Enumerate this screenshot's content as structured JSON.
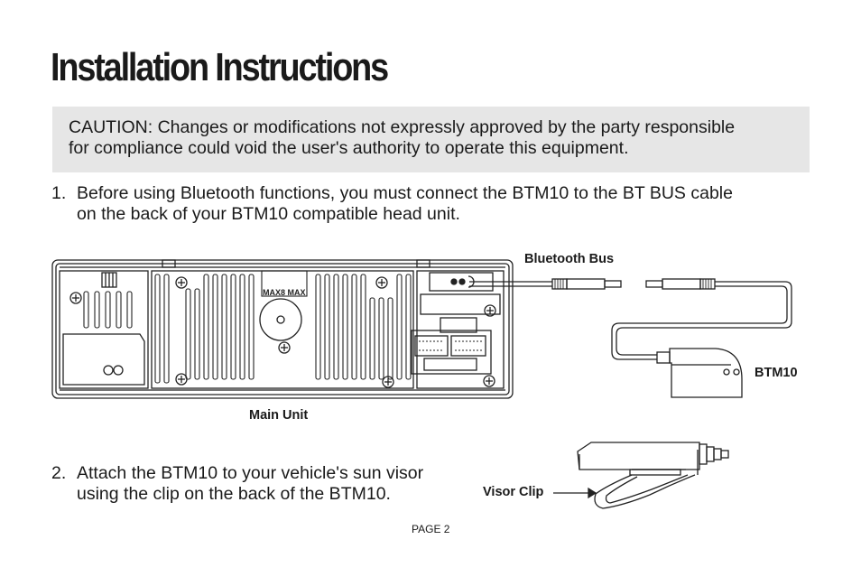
{
  "page": {
    "title": "Installation Instructions",
    "caution": {
      "line1": "CAUTION: Changes or modifications not expressly approved by the party responsible",
      "line2": "for compliance could void the user's authority to operate this equipment."
    },
    "steps": [
      {
        "number": "1.",
        "line1": "Before using Bluetooth functions, you must connect the BTM10 to the BT BUS cable",
        "line2": "on the back of your BTM10 compatible head unit."
      },
      {
        "number": "2.",
        "line1": "Attach the BTM10 to your vehicle's sun visor",
        "line2": "using the clip on the back of the BTM10."
      }
    ],
    "diagram_labels": {
      "bluetooth_bus": "Bluetooth Bus",
      "btm10": "BTM10",
      "main_unit": "Main Unit",
      "visor_clip": "Visor Clip",
      "unit_marking": "MAX8 MAX"
    },
    "page_number": "PAGE 2"
  }
}
